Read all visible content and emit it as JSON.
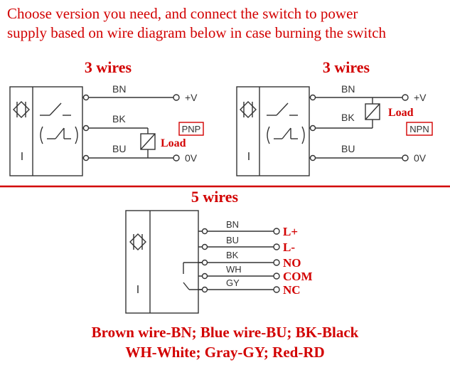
{
  "instruction": {
    "line1": "Choose version you need, and connect the switch to power",
    "line2": "supply based on wire diagram below in case burning the switch"
  },
  "diagram_pnp": {
    "title": "3 wires",
    "wires": [
      "BN",
      "BK",
      "BU"
    ],
    "terminals": [
      "+V",
      "0V"
    ],
    "load": "Load",
    "type": "PNP",
    "sensor_label": "I"
  },
  "diagram_npn": {
    "title": "3 wires",
    "wires": [
      "BN",
      "BK",
      "BU"
    ],
    "terminals": [
      "+V",
      "0V"
    ],
    "load": "Load",
    "type": "NPN",
    "sensor_label": "I"
  },
  "diagram_5wire": {
    "title": "5 wires",
    "wires": [
      "BN",
      "BU",
      "BK",
      "WH",
      "GY"
    ],
    "terminals": [
      "L+",
      "L-",
      "NO",
      "COM",
      "NC"
    ],
    "sensor_label": "I"
  },
  "legend": {
    "line1": "Brown wire-BN; Blue wire-BU; BK-Black",
    "line2": "WH-White; Gray-GY; Red-RD"
  },
  "colors": {
    "text_red": "#d20000",
    "line": "#333333",
    "divider": "#d20000"
  }
}
